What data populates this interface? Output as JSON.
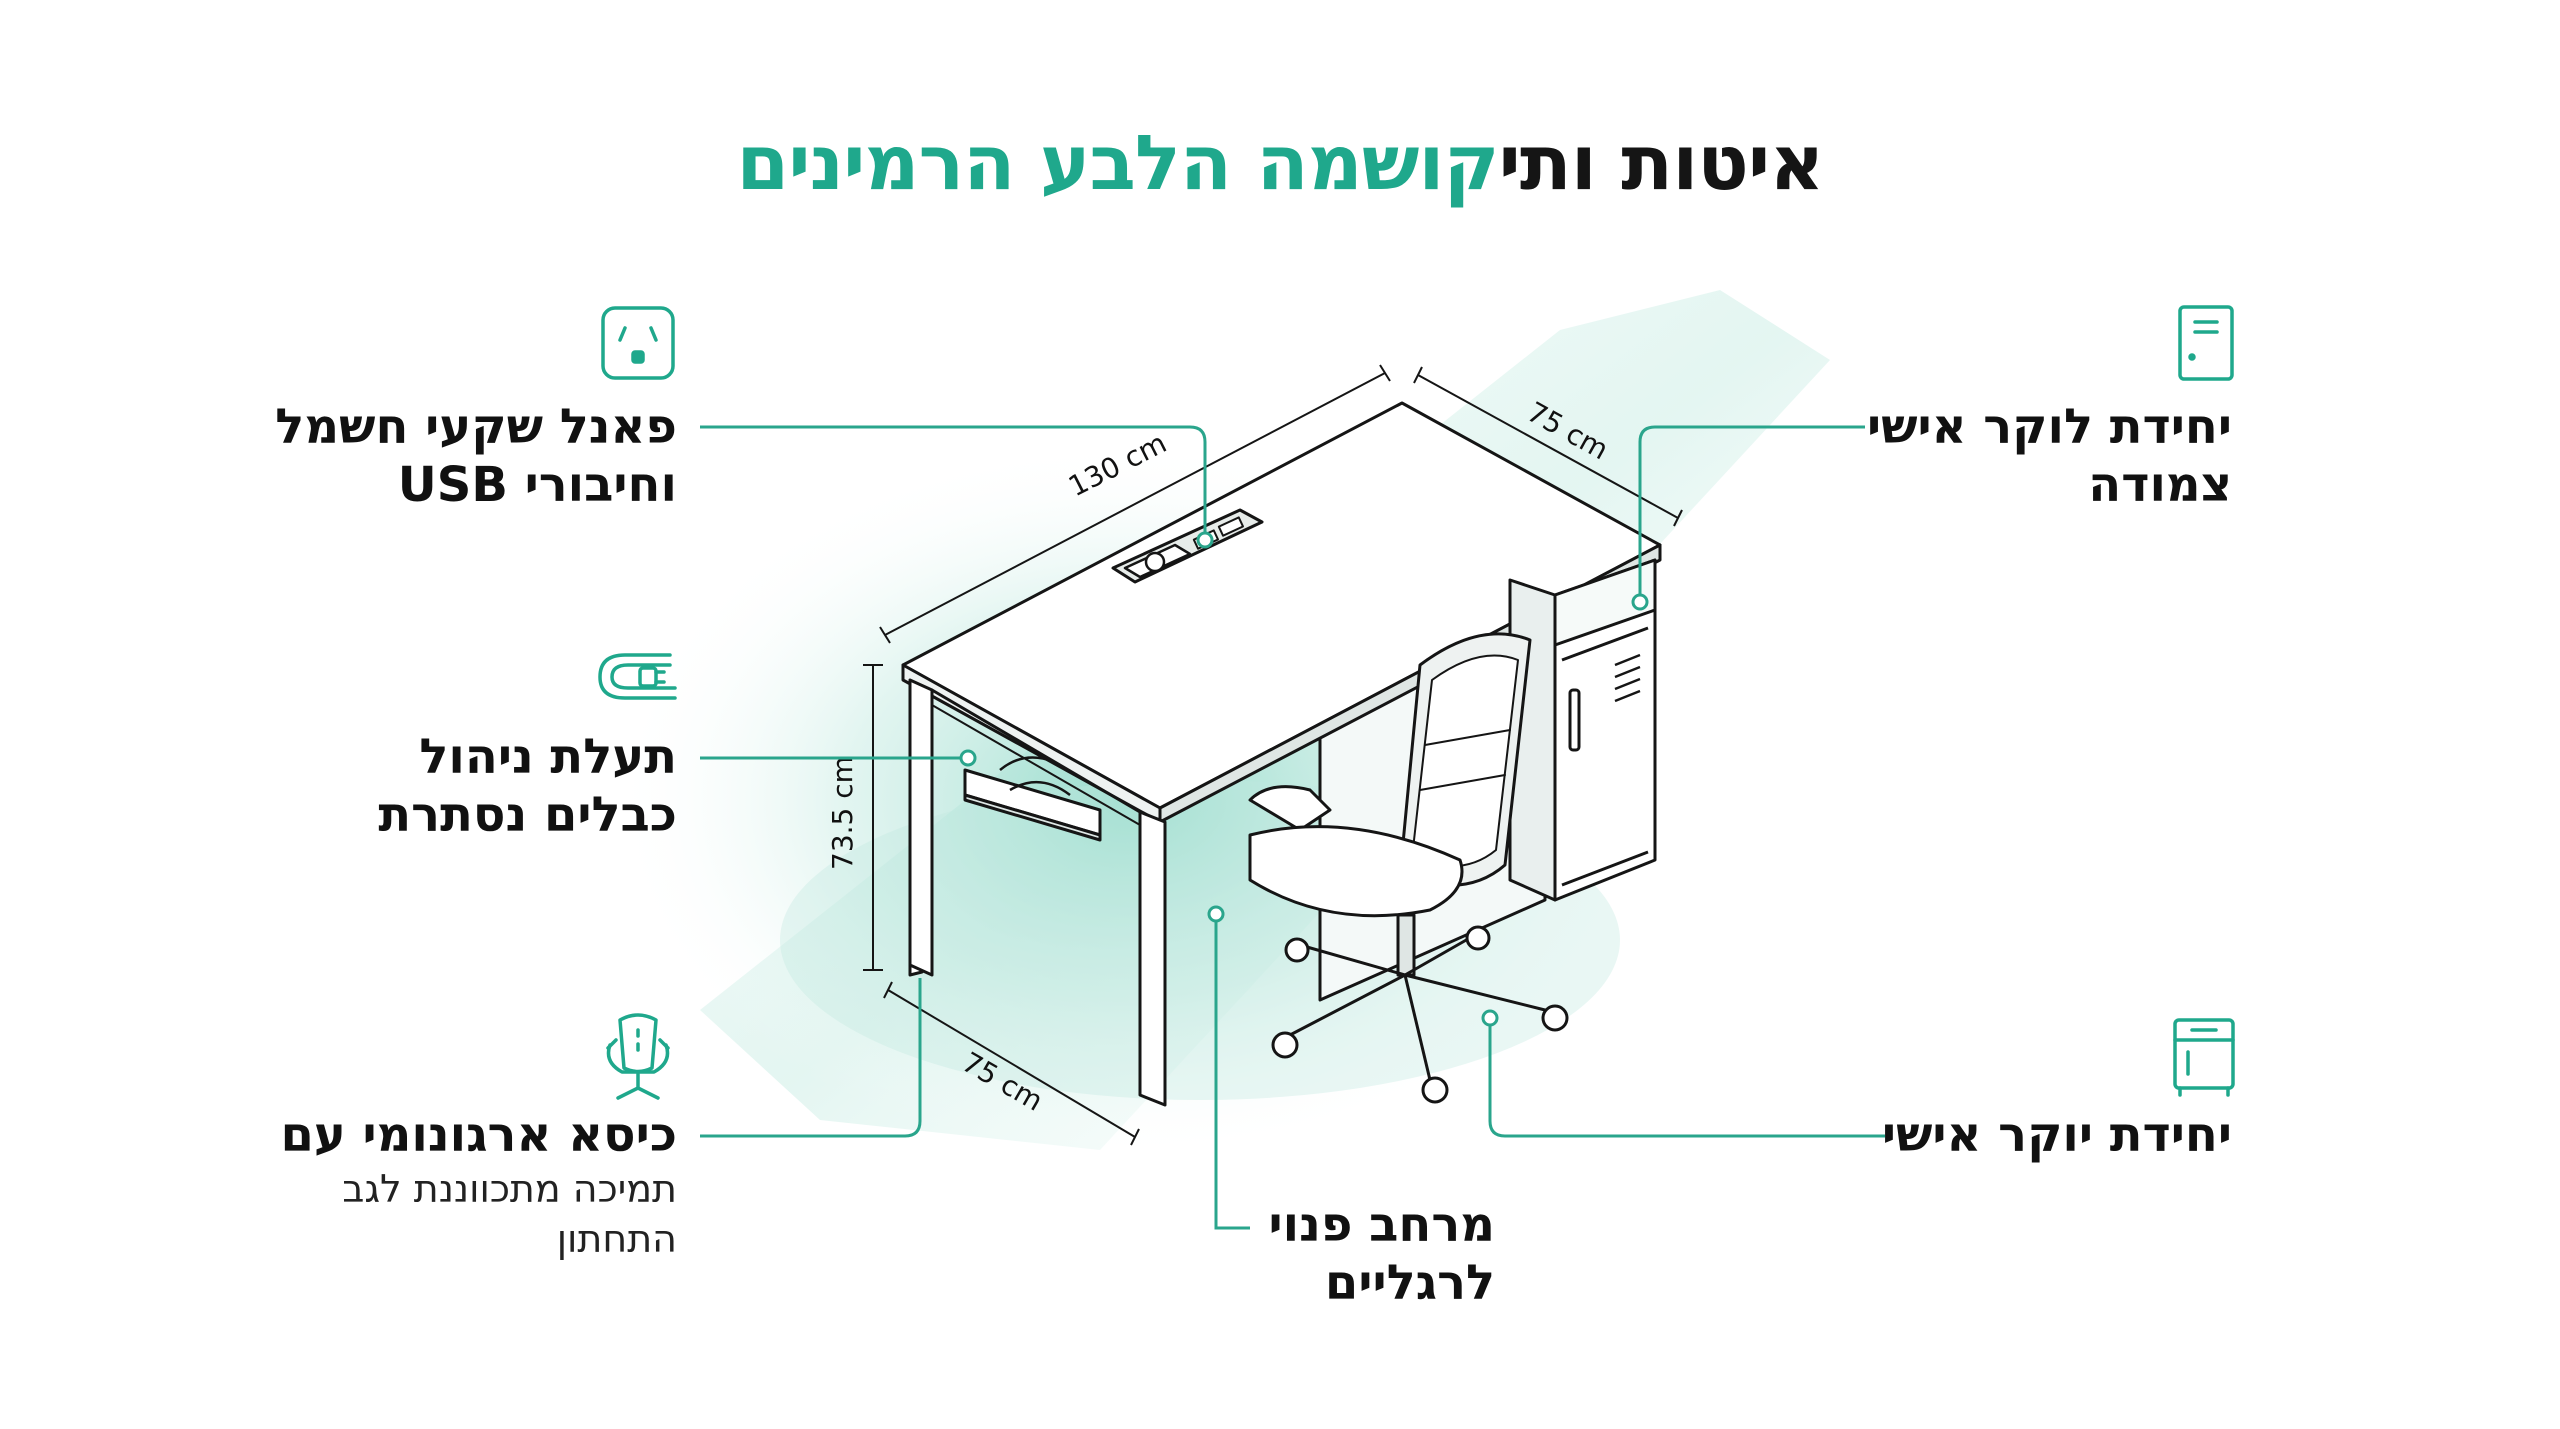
{
  "title": {
    "dark_part": "איטות ותי",
    "accent_part": "קושמה הלבע הרמינים"
  },
  "features": {
    "power_panel": {
      "line1": "פאנל שקעי חשמל",
      "line2": "וחיבורי USB",
      "icon": "power-outlet-icon"
    },
    "cable_tray": {
      "line1": "תעלת ניהול",
      "line2": "כבלים נסתרת",
      "icon": "cable-plug-icon"
    },
    "ergonomic_chair": {
      "line1": "כיסא ארגונומי עם",
      "sub1": "תמיכה מתכווננת לגב",
      "sub2": "התחתון",
      "icon": "office-chair-icon"
    },
    "legroom": {
      "line1": "מרחב פנוי",
      "line2": "לרגליים"
    },
    "locker_column": {
      "line1": "יחידת לוקר אישי",
      "line2": "צמודה",
      "icon": "locker-cabinet-icon"
    },
    "personal_locker": {
      "line1": "יחידת יוקר אישי",
      "icon": "drawer-cabinet-icon"
    }
  },
  "dimensions": {
    "width": "130 cm",
    "depth_top": "75 cm",
    "depth_bottom": "75 cm",
    "height": "73.5 cm"
  },
  "colors": {
    "accent": "#1fa88c",
    "callout_line": "#2aa58c",
    "glow": "#bfe9df",
    "ink": "#151515"
  }
}
